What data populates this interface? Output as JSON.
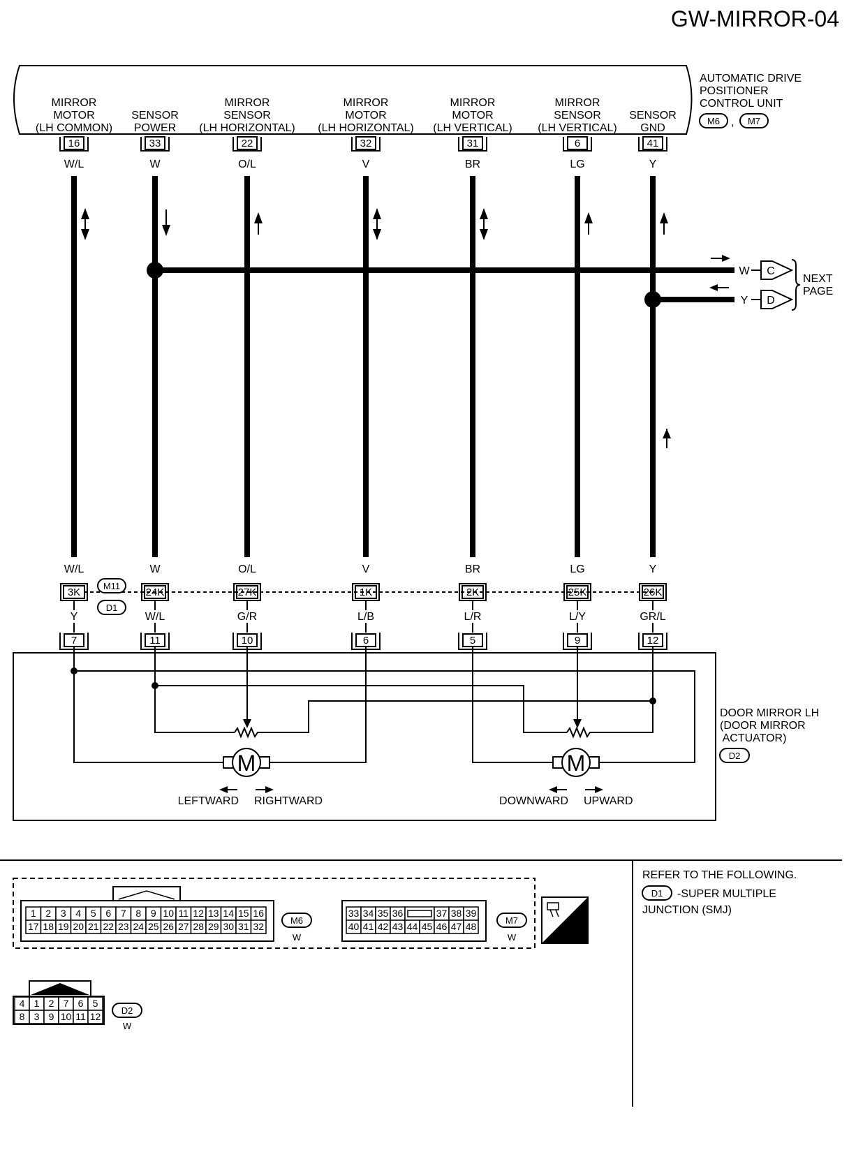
{
  "page_title": "GW-MIRROR-04",
  "control_unit": {
    "name_lines": [
      "AUTOMATIC DRIVE",
      "POSITIONER",
      "CONTROL UNIT"
    ],
    "connector_badges": [
      "M6",
      "M7"
    ],
    "separator": ","
  },
  "terminals": [
    {
      "label_lines": [
        "MIRROR",
        "MOTOR",
        "(LH COMMON)"
      ],
      "pin": "16",
      "wire_top": "W/L",
      "arrow": "both",
      "junction_pin": "3K",
      "wire_bottom": "Y",
      "mirror_pin": "7"
    },
    {
      "label_lines": [
        "SENSOR",
        "POWER"
      ],
      "pin": "33",
      "wire_top": "W",
      "arrow": "down",
      "junction_pin": "24K",
      "wire_bottom": "W/L",
      "mirror_pin": "11"
    },
    {
      "label_lines": [
        "MIRROR",
        "SENSOR",
        "(LH HORIZONTAL)"
      ],
      "pin": "22",
      "wire_top": "O/L",
      "arrow": "up",
      "junction_pin": "27K",
      "wire_bottom": "G/R",
      "mirror_pin": "10"
    },
    {
      "label_lines": [
        "MIRROR",
        "MOTOR",
        "(LH HORIZONTAL)"
      ],
      "pin": "32",
      "wire_top": "V",
      "arrow": "both",
      "junction_pin": "1K",
      "wire_bottom": "L/B",
      "mirror_pin": "6"
    },
    {
      "label_lines": [
        "MIRROR",
        "MOTOR",
        "(LH VERTICAL)"
      ],
      "pin": "31",
      "wire_top": "BR",
      "arrow": "both",
      "junction_pin": "2K",
      "wire_bottom": "L/R",
      "mirror_pin": "5"
    },
    {
      "label_lines": [
        "MIRROR",
        "SENSOR",
        "(LH VERTICAL)"
      ],
      "pin": "6",
      "wire_top": "LG",
      "arrow": "up",
      "junction_pin": "25K",
      "wire_bottom": "L/Y",
      "mirror_pin": "9"
    },
    {
      "label_lines": [
        "SENSOR",
        "GND"
      ],
      "pin": "41",
      "wire_top": "Y",
      "arrow": "up",
      "junction_pin": "26K",
      "wire_bottom": "GR/L",
      "mirror_pin": "12"
    }
  ],
  "junction": {
    "badges": [
      "M11",
      "D1"
    ]
  },
  "next_page": {
    "connectors": [
      {
        "wire": "W",
        "letter": "C",
        "direction": "out"
      },
      {
        "wire": "Y",
        "letter": "D",
        "direction": "in"
      }
    ],
    "label_lines": [
      "NEXT",
      "PAGE"
    ]
  },
  "door_mirror": {
    "name_lines": [
      "DOOR MIRROR LH",
      "(DOOR MIRROR",
      " ACTUATOR)"
    ],
    "badge": "D2",
    "motor_symbol": "M",
    "motor1_directions": [
      "LEFTWARD",
      "RIGHTWARD"
    ],
    "motor2_directions": [
      "DOWNWARD",
      "UPWARD"
    ]
  },
  "connectors": {
    "m6": {
      "badge": "M6",
      "color": "W",
      "row1": [
        "1",
        "2",
        "3",
        "4",
        "5",
        "6",
        "7",
        "8",
        "9",
        "10",
        "11",
        "12",
        "13",
        "14",
        "15",
        "16"
      ],
      "row2": [
        "17",
        "18",
        "19",
        "20",
        "21",
        "22",
        "23",
        "24",
        "25",
        "26",
        "27",
        "28",
        "29",
        "30",
        "31",
        "32"
      ]
    },
    "m7": {
      "badge": "M7",
      "color": "W",
      "row1": [
        "33",
        "34",
        "35",
        "36",
        "",
        "37",
        "38",
        "39"
      ],
      "row2": [
        "40",
        "41",
        "42",
        "43",
        "44",
        "45",
        "46",
        "47",
        "48"
      ]
    },
    "d2": {
      "badge": "D2",
      "color": "W",
      "row1": [
        "4",
        "1",
        "2",
        "7",
        "6",
        "5"
      ],
      "row2": [
        "8",
        "3",
        "9",
        "10",
        "11",
        "12"
      ]
    },
    "hs_label": "H.S."
  },
  "reference": {
    "heading": "REFER TO THE FOLLOWING.",
    "badge": "D1",
    "text_line1": "-SUPER MULTIPLE",
    "text_line2": "JUNCTION (SMJ)"
  }
}
